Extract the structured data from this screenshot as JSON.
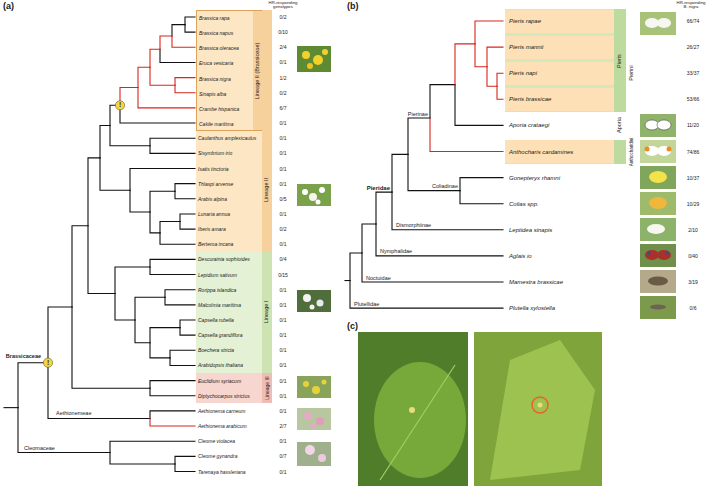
{
  "diagram": {
    "nodes": [
      {
        "text": [
          "Lineage II",
          "Caulanthus amplexicaulus",
          "Sisymbrium irio",
          "Isatis tinctoria",
          "Thlaspi arvense",
          "Arabis alpina",
          "Lunaria annua",
          "Iberis amara",
          "Berteroa incana"
        ]
      },
      {
        "text": [
          "Lineage II (Brassiceae)",
          "Brassica rapa",
          "Brassica napus",
          "Brassica oleracea",
          "Eruca vesicaria",
          "Brassica nigra",
          "Sinapis alba",
          "Crambe hispanica",
          "Cakile maritima"
        ],
        "in": 0
      },
      {
        "text": [
          "Lineage I",
          "Descurainia sophioides",
          "Lepidium sativum",
          "Rorippa islandica",
          "Malcolmia maritima",
          "Capsella rubella",
          "Capsella grandiflora",
          "Boechera stricta",
          "Arabidopsis thaliana"
        ]
      },
      {
        "text": [
          "Lineage III",
          "Euclidium syriacum",
          "Diptychocarpus strictus"
        ]
      },
      {
        "text": [
          "Pieris",
          "Pieris rapae",
          "Pieris mannii",
          "Pieris napi",
          "Pieris brassicae"
        ]
      },
      {
        "text": [
          "Anthocharis cardamines"
        ]
      }
    ],
    "labels": [
      "(a)",
      "HR-responding genotypes",
      "0/2",
      "0/10",
      "2/4",
      "0/1",
      "1/2",
      "0/2",
      "6/7",
      "0/1",
      "0/1",
      "0/1",
      "0/1",
      "0/1",
      "0/5",
      "0/1",
      "0/2",
      "0/1",
      "0/4",
      "0/15",
      "0/1",
      "0/1",
      "0/1",
      "0/1",
      "0/1",
      "0/1",
      "0/1",
      "0/1",
      "0/1",
      "2/7",
      "0/1",
      "0/7",
      "0/1",
      "Aethionema carneum",
      "Aethionema arabicum",
      "Cleome violacea",
      "Cleome gynandra",
      "Tarenaya hassleriana",
      "Brassicaceae",
      "Aethionemeae",
      "Cleomaceae",
      "!",
      "!",
      "(b)",
      "HR-responding B. nigra",
      "Aporia crataegi",
      "Gonepteryx rhamni",
      "Colias spp.",
      "Leptidea sinapis",
      "Aglais io",
      "Mamestra brassicae",
      "Plutella xylostella",
      "Pierinae",
      "Coliadinae",
      "Pieridae",
      "Dismorphiinae",
      "Nymphalidae",
      "Noctuidae",
      "Plutellidae",
      "Pierini",
      "Aporia",
      "Anthocharidini",
      "66/74",
      "26/27",
      "33/37",
      "53/66",
      "11/20",
      "74/86",
      "10/37",
      "10/29",
      "2/10",
      "0/40",
      "3/19",
      "0/6",
      "(c)"
    ]
  }
}
